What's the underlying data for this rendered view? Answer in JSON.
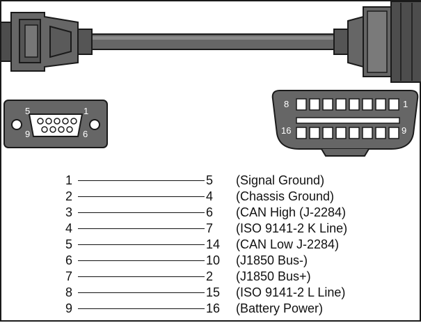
{
  "connectors": {
    "db9": {
      "label_top_left": "5",
      "label_top_right": "1",
      "label_bottom_left": "9",
      "label_bottom_right": "6"
    },
    "obd2": {
      "label_top_left": "8",
      "label_top_right": "1",
      "label_bottom_left": "16",
      "label_bottom_right": "9"
    }
  },
  "pinout": [
    {
      "db9_pin": "1",
      "obd_pin": "5",
      "signal": "(Signal Ground)"
    },
    {
      "db9_pin": "2",
      "obd_pin": "4",
      "signal": "(Chassis Ground)"
    },
    {
      "db9_pin": "3",
      "obd_pin": "6",
      "signal": "(CAN High (J-2284)"
    },
    {
      "db9_pin": "4",
      "obd_pin": "7",
      "signal": "(ISO 9141-2 K Line)"
    },
    {
      "db9_pin": "5",
      "obd_pin": "14",
      "signal": "(CAN Low J-2284)"
    },
    {
      "db9_pin": "6",
      "obd_pin": "10",
      "signal": "(J1850 Bus-)"
    },
    {
      "db9_pin": "7",
      "obd_pin": "2",
      "signal": "(J1850 Bus+)"
    },
    {
      "db9_pin": "8",
      "obd_pin": "15",
      "signal": "(ISO 9141-2 L Line)"
    },
    {
      "db9_pin": "9",
      "obd_pin": "16",
      "signal": "(Battery Power)"
    }
  ],
  "colors": {
    "body": "#666666",
    "body_dark": "#4d4d4d",
    "body_light": "#8a8a8a",
    "outline": "#1a1a1a",
    "pin_fill": "#ffffff",
    "text": "#111111"
  }
}
